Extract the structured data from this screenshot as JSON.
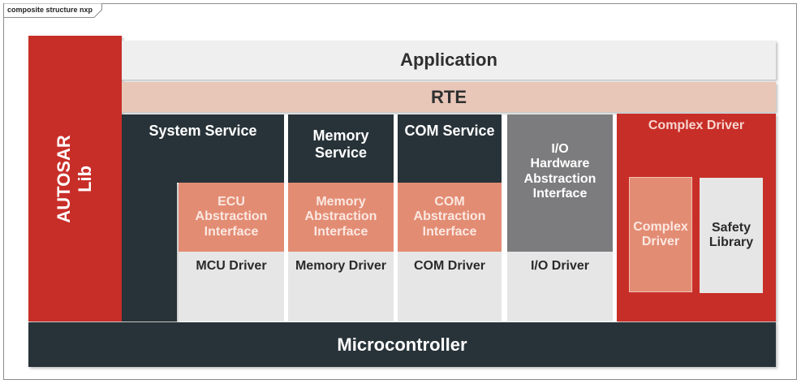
{
  "diagram": {
    "tab_title": "composite structure nxp",
    "autosar_lib": "AUTOSAR\nLib",
    "application": "Application",
    "rte": "RTE",
    "system_service": "System Service",
    "memory_service": "Memory\nService",
    "com_service": "COM Service",
    "io_hw_abstraction": "I/O\nHardware\nAbstraction\nInterface",
    "complex_driver_title": "Complex Driver",
    "ecu_abstraction": "ECU\nAbstraction\nInterface",
    "memory_abstraction": "Memory\nAbstraction\nInterface",
    "com_abstraction": "COM\nAbstraction\nInterface",
    "mcu_driver": "MCU Driver",
    "memory_driver": "Memory Driver",
    "com_driver": "COM Driver",
    "io_driver": "I/O Driver",
    "complex_driver_inner": "Complex\nDriver",
    "safety_library": "Safety\nLibrary",
    "microcontroller": "Microcontroller"
  },
  "colors": {
    "red": "#c82e28",
    "dark": "#283339",
    "salmon": "#e38c74",
    "light_gray": "#e6e6e6",
    "rte": "#e8c7b9",
    "io_gray": "#7c7c7e"
  }
}
